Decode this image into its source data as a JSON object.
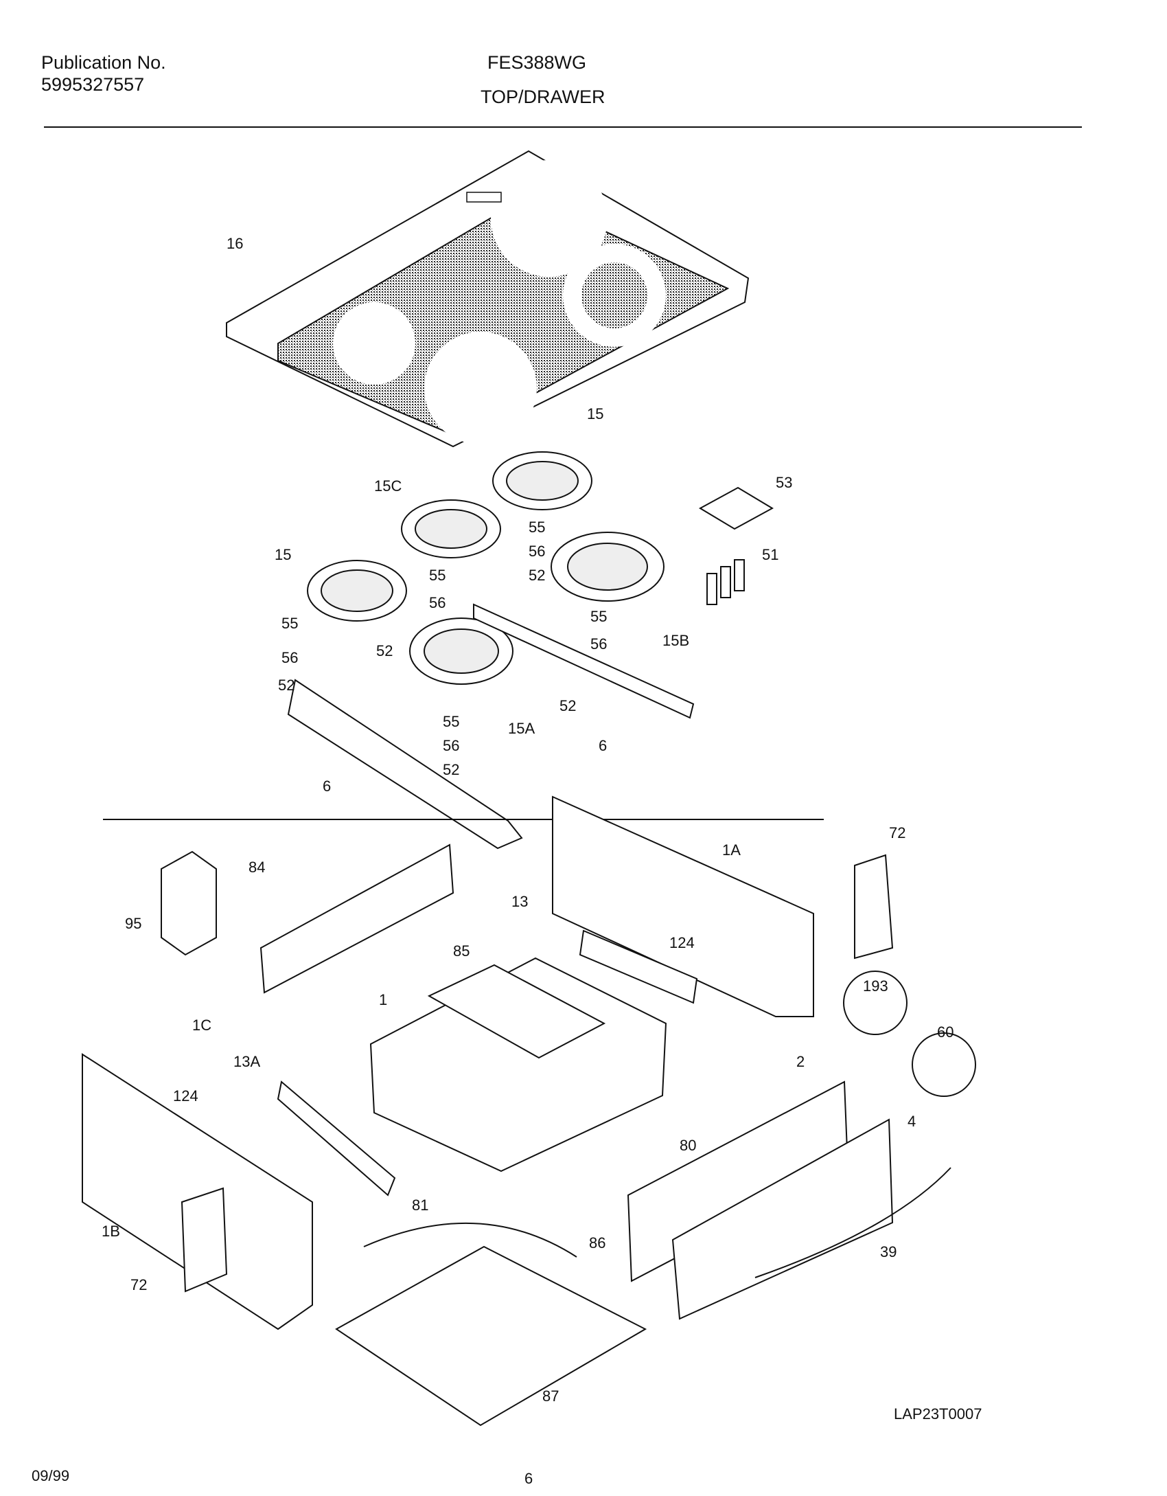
{
  "header": {
    "publication_label": "Publication No.",
    "publication_number": "5995327557",
    "model": "FES388WG",
    "section": "TOP/DRAWER"
  },
  "footer": {
    "date": "09/99",
    "page": "6",
    "diagram_code": "LAP23T0007"
  },
  "callouts": {
    "c16": "16",
    "c15a": "15",
    "c15b": "15",
    "c15c": "15C",
    "c15bb": "15B",
    "c15aa": "15A",
    "c53": "53",
    "c51": "51",
    "c55a": "55",
    "c55b": "55",
    "c55c": "55",
    "c55d": "55",
    "c55e": "55",
    "c56a": "56",
    "c56b": "56",
    "c56c": "56",
    "c56d": "56",
    "c56e": "56",
    "c52a": "52",
    "c52b": "52",
    "c52c": "52",
    "c52d": "52",
    "c52e": "52",
    "c6a": "6",
    "c6b": "6",
    "c72a": "72",
    "c72b": "72",
    "c1A": "1A",
    "c13": "13",
    "c124a": "124",
    "c124b": "124",
    "c85": "85",
    "c84": "84",
    "c95": "95",
    "c1C": "1C",
    "c1": "1",
    "c13A": "13A",
    "c193": "193",
    "c60": "60",
    "c2": "2",
    "c4": "4",
    "c80": "80",
    "c1B": "1B",
    "c81": "81",
    "c86": "86",
    "c39": "39",
    "c87": "87"
  }
}
